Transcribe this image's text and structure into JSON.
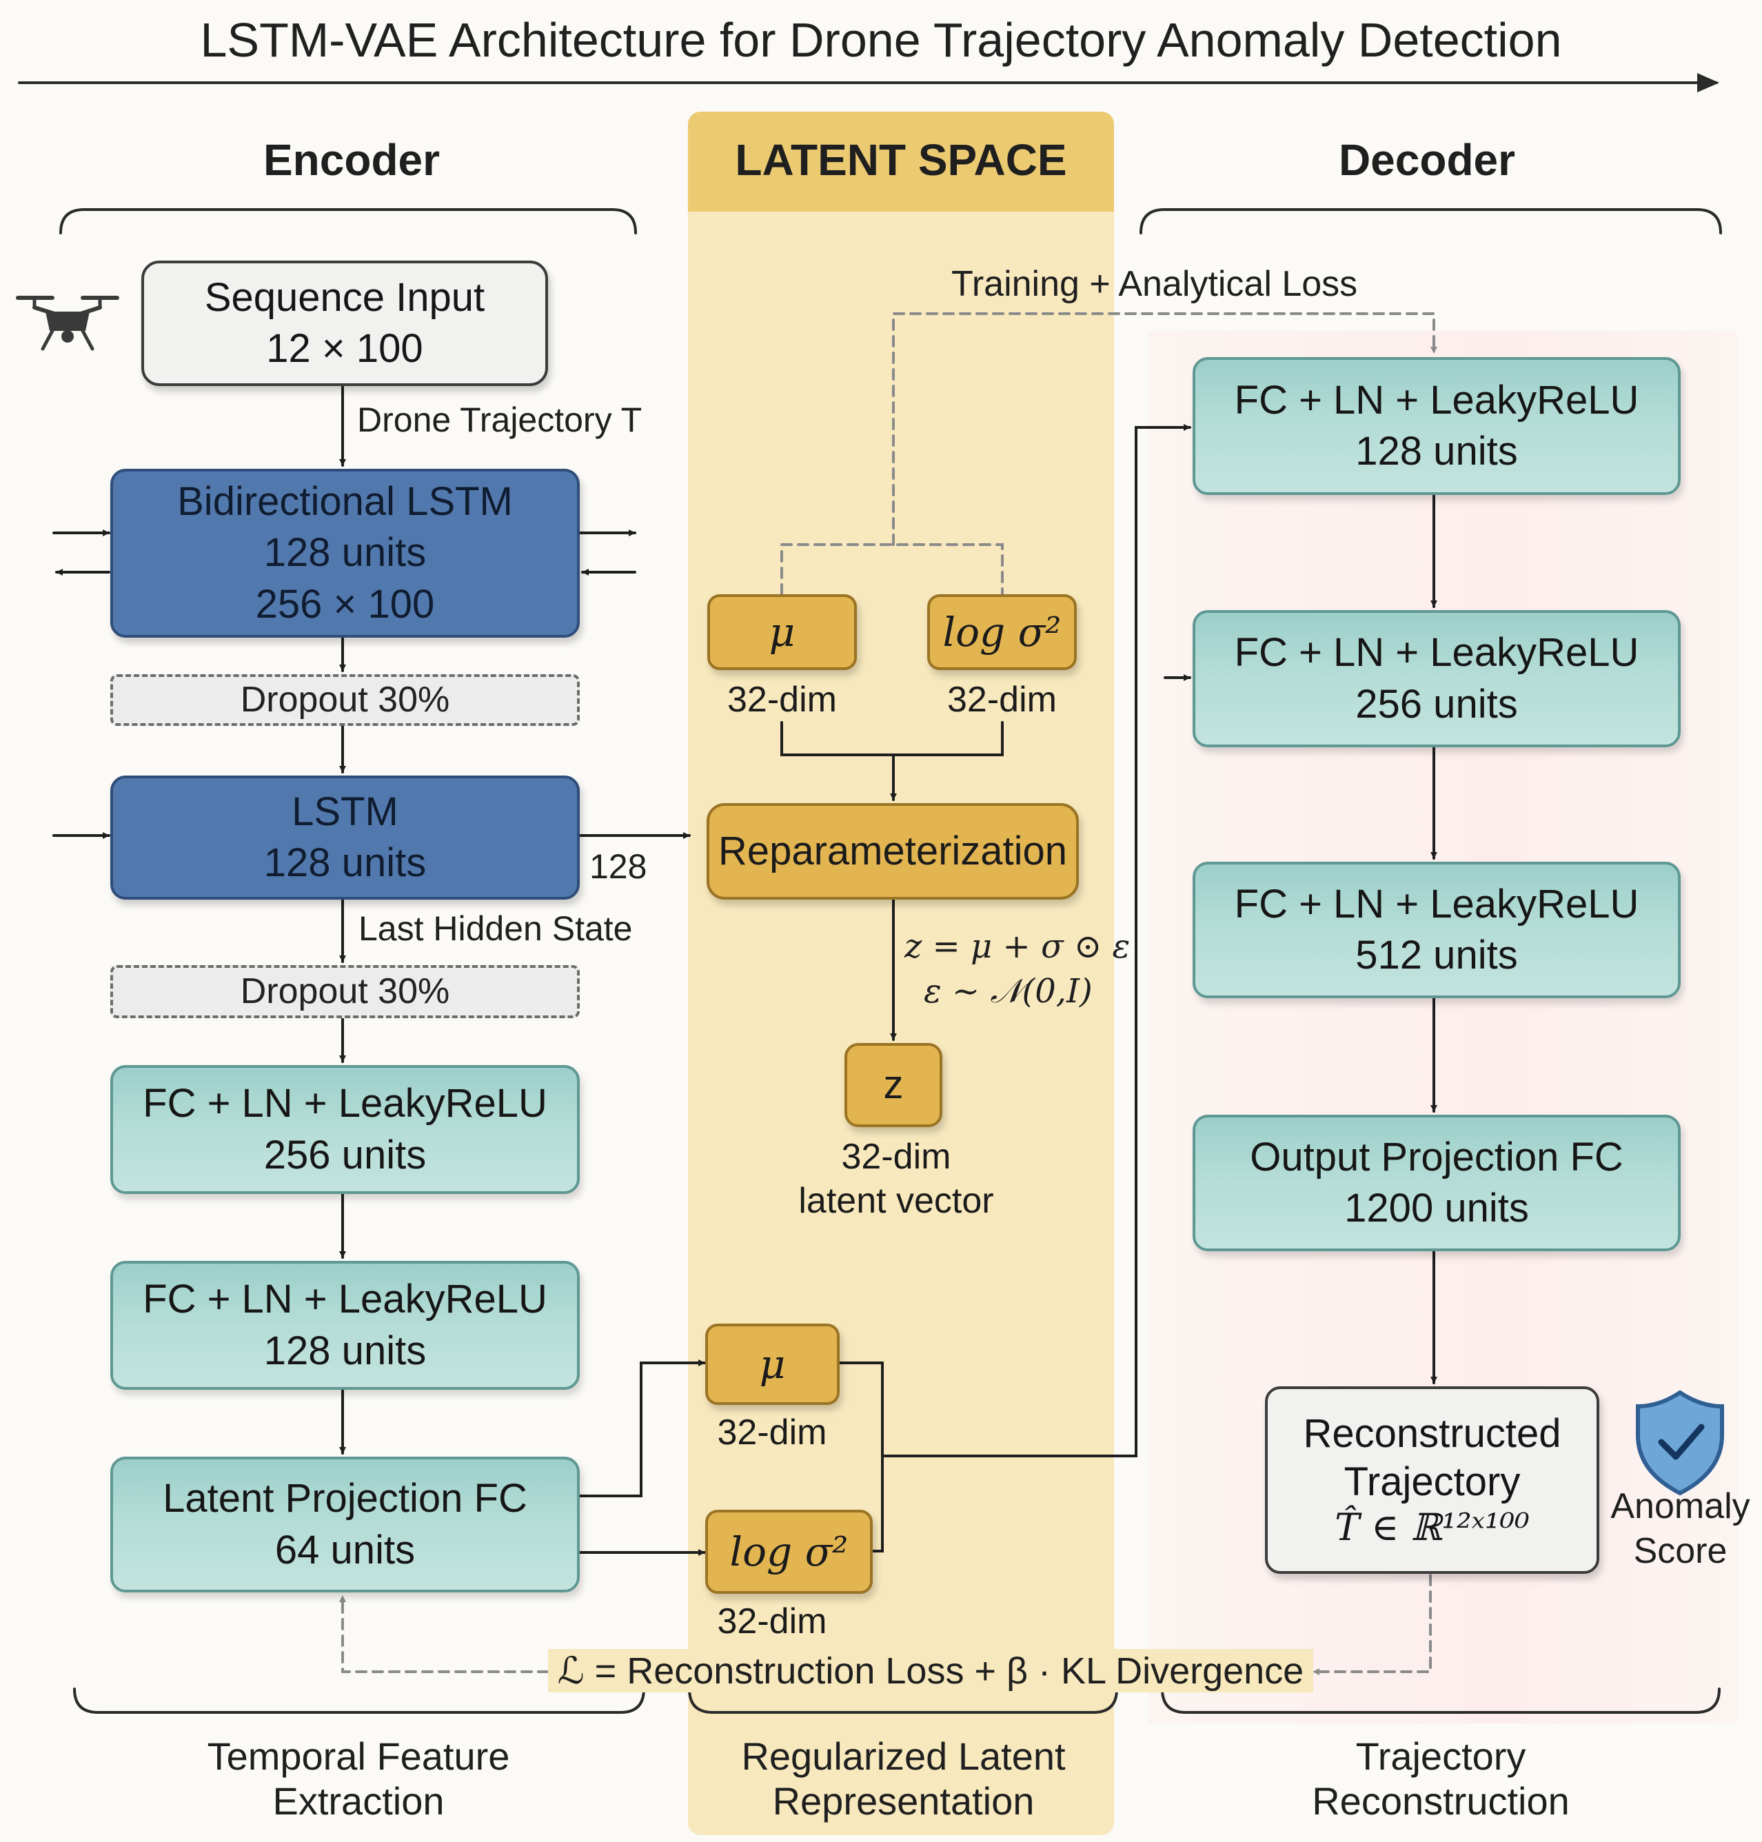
{
  "title": "LSTM-VAE Architecture for Drone Trajectory Anomaly Detection",
  "sections": {
    "encoder": "Encoder",
    "latent": "LATENT SPACE",
    "decoder": "Decoder"
  },
  "footers": {
    "encoder": [
      "Temporal Feature",
      "Extraction"
    ],
    "latent": [
      "Regularized Latent",
      "Representation"
    ],
    "decoder": [
      "Trajectory",
      "Reconstruction"
    ]
  },
  "encoder": {
    "input": {
      "title": "Sequence Input",
      "shape": "12 × 100"
    },
    "input_edge_label": "Drone Trajectory T",
    "bilstm": {
      "title": "Bidirectional LSTM",
      "units": "128 units",
      "shape": "256 × 100"
    },
    "dropout1": "Dropout 30%",
    "lstm": {
      "title": "LSTM",
      "units": "128 units"
    },
    "lstm_out_label": "128",
    "last_hidden_label": "Last Hidden State",
    "dropout2": "Dropout 30%",
    "fc1": {
      "title": "FC + LN + LeakyReLU",
      "units": "256 units"
    },
    "fc2": {
      "title": "FC + LN + LeakyReLU",
      "units": "128 units"
    },
    "latent_proj": {
      "title": "Latent Projection FC",
      "units": "64 units"
    }
  },
  "latent": {
    "training_label": "Training + Analytical Loss",
    "mu_top": {
      "symbol": "μ",
      "dim": "32-dim"
    },
    "logvar_top": {
      "symbol": "log σ²",
      "dim": "32-dim"
    },
    "reparam": "Reparameterization",
    "eq1": "z = μ + σ ⊙ ε",
    "eq2": "ε ~ 𝒩(0,I)",
    "z": {
      "symbol": "z",
      "dim": "32-dim",
      "desc": "latent vector"
    },
    "mu_bottom": {
      "symbol": "μ",
      "dim": "32-dim"
    },
    "logvar_bottom": {
      "symbol": "log σ²",
      "dim": "32-dim"
    }
  },
  "decoder": {
    "fc1": {
      "title": "FC + LN + LeakyReLU",
      "units": "128 units"
    },
    "fc2": {
      "title": "FC + LN + LeakyReLU",
      "units": "256 units"
    },
    "fc3": {
      "title": "FC + LN + LeakyReLU",
      "units": "512 units"
    },
    "out_proj": {
      "title": "Output Projection FC",
      "units": "1200 units"
    },
    "recon": {
      "line1": "Reconstructed",
      "line2": "Trajectory",
      "formula": "T̂ ∈ ℝ¹²ˣ¹⁰⁰"
    },
    "anomaly": [
      "Anomaly",
      "Score"
    ]
  },
  "loss_label": "ℒ = Reconstruction Loss + β · KL Divergence",
  "colors": {
    "blue_block": "#5279ad",
    "teal_block": "#b4dcd6",
    "gold_block": "#e2b550",
    "latent_band": "#f7e8bd",
    "decoder_band": "#fdf1f0"
  }
}
